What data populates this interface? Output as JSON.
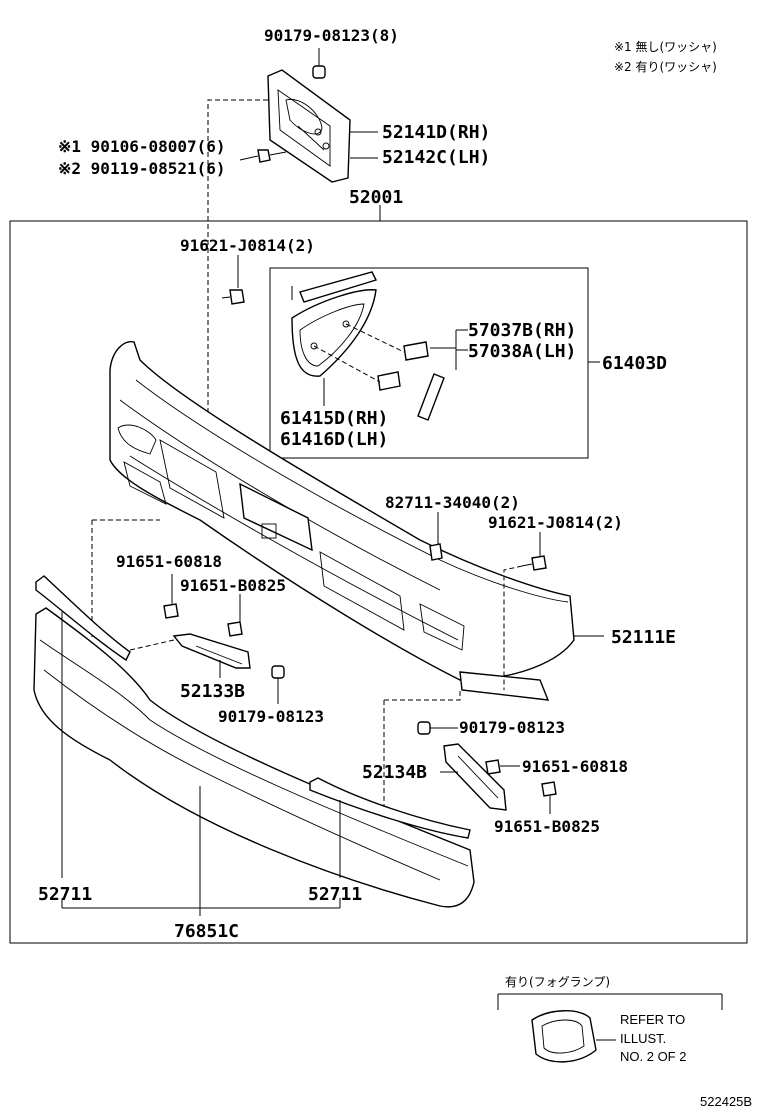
{
  "notes": {
    "note1": "※1 無し(ワッシャ)",
    "note2": "※2 有り(ワッシャ)"
  },
  "labels": {
    "bolt_top": "90179-08123(8)",
    "bolt_side_1": "※1 90106-08007(6)",
    "bolt_side_2": "※2 90119-08521(6)",
    "bracket_rh": "52141D(RH)",
    "bracket_lh": "52142C(LH)",
    "assembly": "52001",
    "bolt_inner": "91621-J0814(2)",
    "trim_rh": "57037B(RH)",
    "trim_lh": "57038A(LH)",
    "fog_assembly": "61403D",
    "cover_rh": "61415D(RH)",
    "cover_lh": "61416D(LH)",
    "clip": "82711-34040(2)",
    "bolt_right": "91621-J0814(2)",
    "bolt_left_a": "91651-60818",
    "bolt_left_b": "91651-B0825",
    "bumper": "52111E",
    "stay_left": "52133B",
    "nut_left": "90179-08123",
    "nut_right": "90179-08123",
    "stay_right": "52134B",
    "bolt_right_a": "91651-60818",
    "bolt_right_b": "91651-B0825",
    "molding_left": "52711",
    "molding_right": "52711",
    "spoiler": "76851C"
  },
  "inset": {
    "title": "有り(フォグランプ)",
    "ref_line1": "REFER TO",
    "ref_line2": "ILLUST.",
    "ref_line3": "NO. 2 OF 2"
  },
  "footer": {
    "diagram_id": "522425B"
  }
}
